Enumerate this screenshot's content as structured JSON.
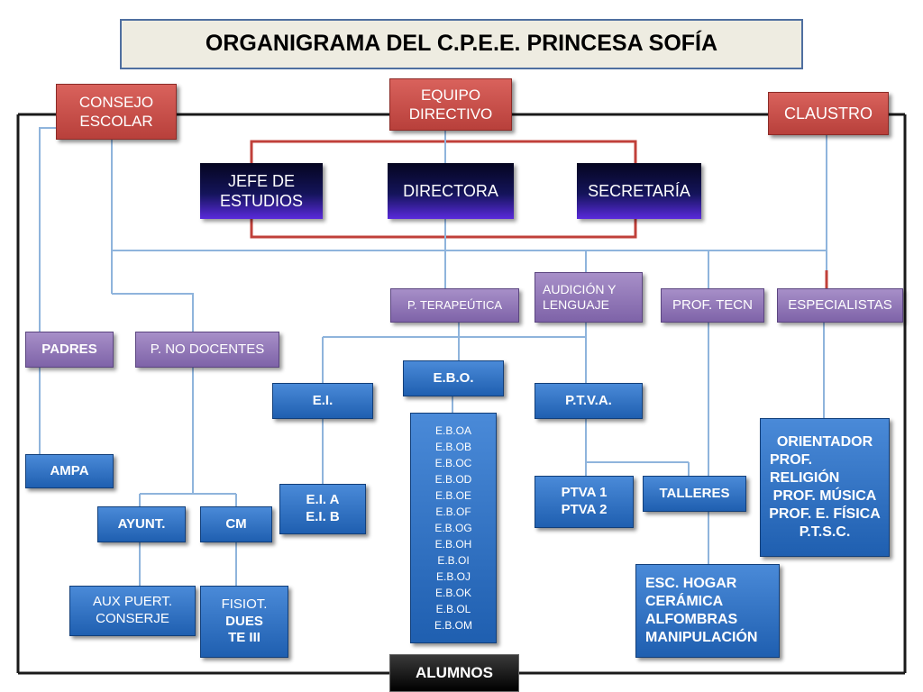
{
  "title": "ORGANIGRAMA DEL C.P.E.E. PRINCESA SOFÍA",
  "top": {
    "consejo": [
      "CONSEJO",
      "ESCOLAR"
    ],
    "equipo": [
      "EQUIPO",
      "DIRECTIVO"
    ],
    "claustro": "CLAUSTRO"
  },
  "direction": {
    "jefe": [
      "JEFE DE",
      "ESTUDIOS"
    ],
    "directora": "DIRECTORA",
    "secretaria": "SECRETARÍA"
  },
  "middle": {
    "padres": "PADRES",
    "no_docentes": "P. NO DOCENTES",
    "terapeutica": "P. TERAPEÚTICA",
    "audicion": [
      "AUDICIÓN Y",
      "LENGUAJE"
    ],
    "prof_tecn": "PROF. TECN",
    "especialistas": "ESPECIALISTAS"
  },
  "lower": {
    "ampa": "AMPA",
    "ei": "E.I.",
    "ebo": "E.B.O.",
    "ptva": "P.T.V.A.",
    "ei_groups": [
      "E.I. A",
      "E.I. B"
    ],
    "ebo_groups": [
      "E.B.OA",
      "E.B.OB",
      "E.B.OC",
      "E.B.OD",
      "E.B.OE",
      "E.B.OF",
      "E.B.OG",
      "E.B.OH",
      "E.B.OI",
      "E.B.OJ",
      "E.B.OK",
      "E.B.OL",
      "E.B.OM"
    ],
    "ptva_groups": [
      "PTVA 1",
      "PTVA 2"
    ],
    "talleres": "TALLERES",
    "talleres_list": [
      "ESC. HOGAR",
      "CERÁMICA",
      "ALFOMBRAS",
      "MANIPULACIÓN"
    ],
    "especialistas_list": [
      "ORIENTADOR",
      "PROF.",
      "RELIGIÓN",
      "PROF. MÚSICA",
      "PROF. E. FÍSICA",
      "P.T.S.C."
    ],
    "ayunt": "AYUNT.",
    "cm": "CM",
    "aux": [
      "AUX PUERT.",
      "CONSERJE"
    ],
    "fisiot": [
      "FISIOT.",
      "DUES",
      "TE III"
    ]
  },
  "footer": "ALUMNOS",
  "colors": {
    "line_blue": "#8fb4dc",
    "line_dark": "#1a1a1a",
    "line_red": "#c0403a"
  }
}
